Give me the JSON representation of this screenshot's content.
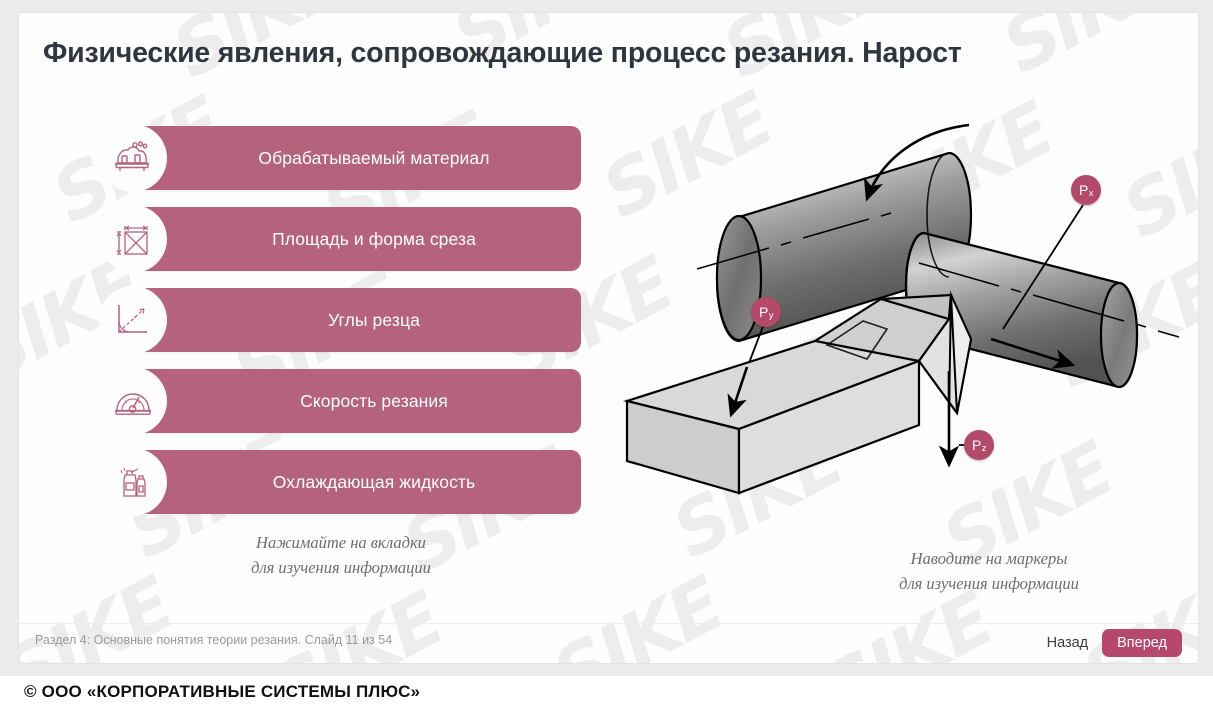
{
  "slide": {
    "title": "Физические явления, сопровождающие процесс резания. Нарост",
    "tabs": [
      {
        "label": "Обрабатываемый материал",
        "icon": "workpiece-material-icon"
      },
      {
        "label": "Площадь и форма среза",
        "icon": "cut-area-shape-icon"
      },
      {
        "label": "Углы резца",
        "icon": "tool-angles-icon"
      },
      {
        "label": "Скорость резания",
        "icon": "speed-gauge-icon"
      },
      {
        "label": "Охлаждающая жидкость",
        "icon": "coolant-bottles-icon"
      }
    ],
    "tabs_hint_line1": "Нажимайте на вкладки",
    "tabs_hint_line2": "для изучения информации",
    "diagram_hint_line1": "Наводите на маркеры",
    "diagram_hint_line2": "для изучения информации",
    "markers": [
      {
        "id": "px",
        "label": "P",
        "sub": "x"
      },
      {
        "id": "py",
        "label": "P",
        "sub": "y"
      },
      {
        "id": "pz",
        "label": "P",
        "sub": "z"
      }
    ]
  },
  "footer": {
    "status": "Раздел 4: Основные понятия теории резания. Слайд 11 из 54",
    "back_label": "Назад",
    "forward_label": "Вперед",
    "copyright": "© ООО «КОРПОРАТИВНЫЕ СИСТЕМЫ ПЛЮС»"
  },
  "watermark": {
    "text": "SIKE"
  },
  "colors": {
    "tab_bg": "#b5627c",
    "marker_bg": "#b34a6a",
    "forward_btn": "#b5486c",
    "title": "#2f3640",
    "page_bg": "#ebebeb",
    "card_bg": "#fdfdfd"
  }
}
